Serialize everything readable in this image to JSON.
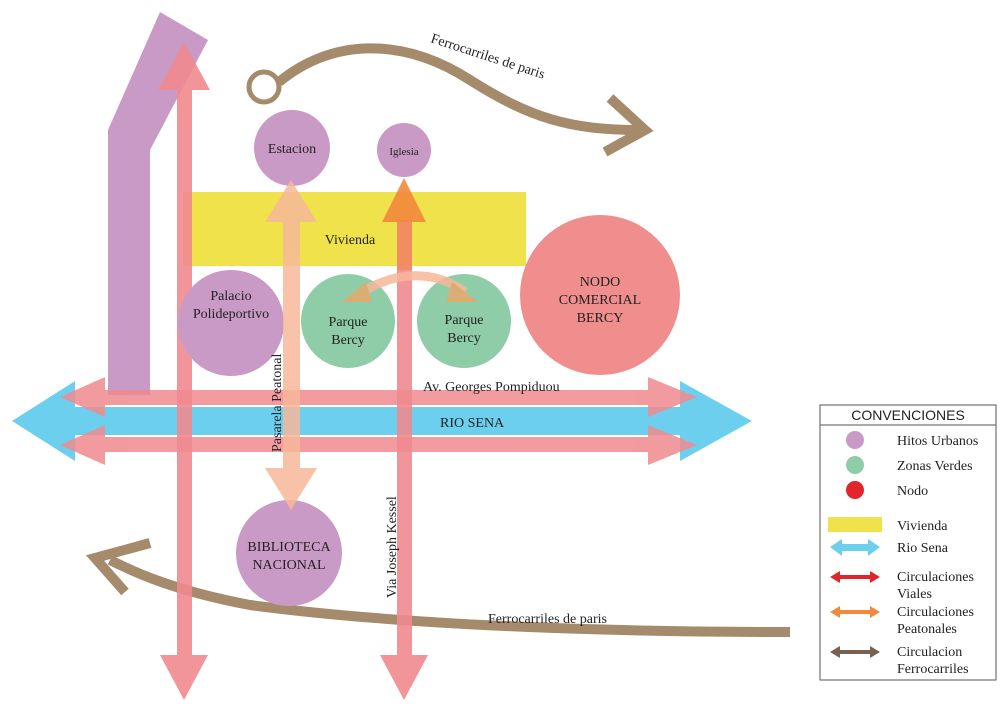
{
  "colors": {
    "hitos": "#c99ac6",
    "zonas": "#8fcca8",
    "nodo": "#f08d8d",
    "nodo_legend": "#e0262a",
    "vivienda": "#f0e24a",
    "rio": "#6dcfee",
    "vial": "#f08a8f",
    "peatonal": "#f7b89a",
    "peatonal_dark": "#f2893d",
    "ferro": "#a58b6b",
    "purple_road": "#c99ac6"
  },
  "labels": {
    "ferro_top": "Ferrocarriles de paris",
    "ferro_bottom": "Ferrocarriles de paris",
    "estacion": "Estacion",
    "iglesia": "Iglesia",
    "vivienda": "Vivienda",
    "palacio_1": "Palacio",
    "palacio_2": "Polideportivo",
    "parque1_1": "Parque",
    "parque1_2": "Bercy",
    "parque2_1": "Parque",
    "parque2_2": "Bercy",
    "nodo_1": "NODO",
    "nodo_2": "COMERCIAL",
    "nodo_3": "BERCY",
    "av_georges": "Av. Georges Pompiduou",
    "rio_sena": "RIO SENA",
    "pasarela": "Pasarela Peatonal",
    "via_kessel": "Via Joseph Kessel",
    "biblioteca_1": "BIBLIOTECA",
    "biblioteca_2": "NACIONAL"
  },
  "legend": {
    "title": "CONVENCIONES",
    "hitos": "Hitos Urbanos",
    "zonas": "Zonas Verdes",
    "nodo": "Nodo",
    "vivienda": "Vivienda",
    "rio": "Rio Sena",
    "viales_1": "Circulaciones",
    "viales_2": "Viales",
    "peatonales_1": "Circulaciones",
    "peatonales_2": "Peatonales",
    "ferro_1": "Circulacion",
    "ferro_2": "Ferrocarriles"
  }
}
